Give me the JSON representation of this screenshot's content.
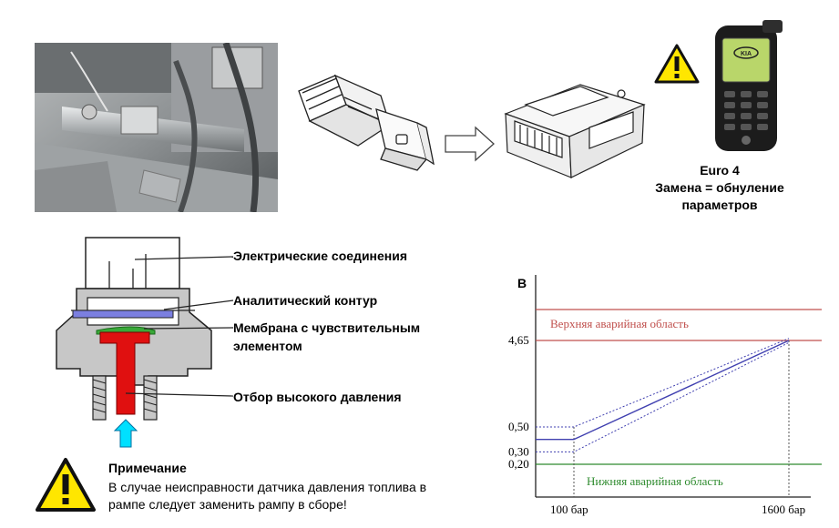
{
  "ecu_box": {
    "line1": "Euro 4",
    "line2": "Замена = обнуление",
    "line3": "параметров"
  },
  "sensor_labels": [
    "Электрические соединения",
    "Аналитический контур",
    "Мембрана с чувствительным",
    "элементом",
    "Отбор высокого давления"
  ],
  "note": {
    "title": "Примечание",
    "line1": "В случае неисправности датчика давления топлива в",
    "line2": "рампе следует заменить рампу в сборе!"
  },
  "icons": [
    "warning-icon",
    "tester-device-icon",
    "arrow-right-icon",
    "pressure-arrow-icon"
  ],
  "colors": {
    "upper_zone": "#c0504d",
    "lower_zone": "#2e8b2e",
    "sensor_line": "#4040b0",
    "warning_fill": "#ffe600",
    "high_pressure": "#e01010",
    "membrane": "#7b7fe0"
  },
  "chart_data": {
    "type": "line",
    "ylabel": "В",
    "x_ticks": [
      "100 бар",
      "1600 бар"
    ],
    "y_ticks": [
      "4,65",
      "0,50",
      "0,30",
      "0,20"
    ],
    "zones": [
      {
        "label": "Верхняя аварийная область",
        "from": 4.65
      },
      {
        "label": "Нижняя аварийная область",
        "to": 0.2
      }
    ],
    "series": [
      {
        "x": [
          0,
          100,
          1600
        ],
        "y": [
          0.4,
          0.4,
          4.65
        ]
      },
      {
        "x": [
          0,
          100,
          1600
        ],
        "y": [
          0.5,
          0.5,
          4.75
        ]
      },
      {
        "x": [
          0,
          100,
          1600
        ],
        "y": [
          0.3,
          0.3,
          4.55
        ]
      }
    ]
  }
}
